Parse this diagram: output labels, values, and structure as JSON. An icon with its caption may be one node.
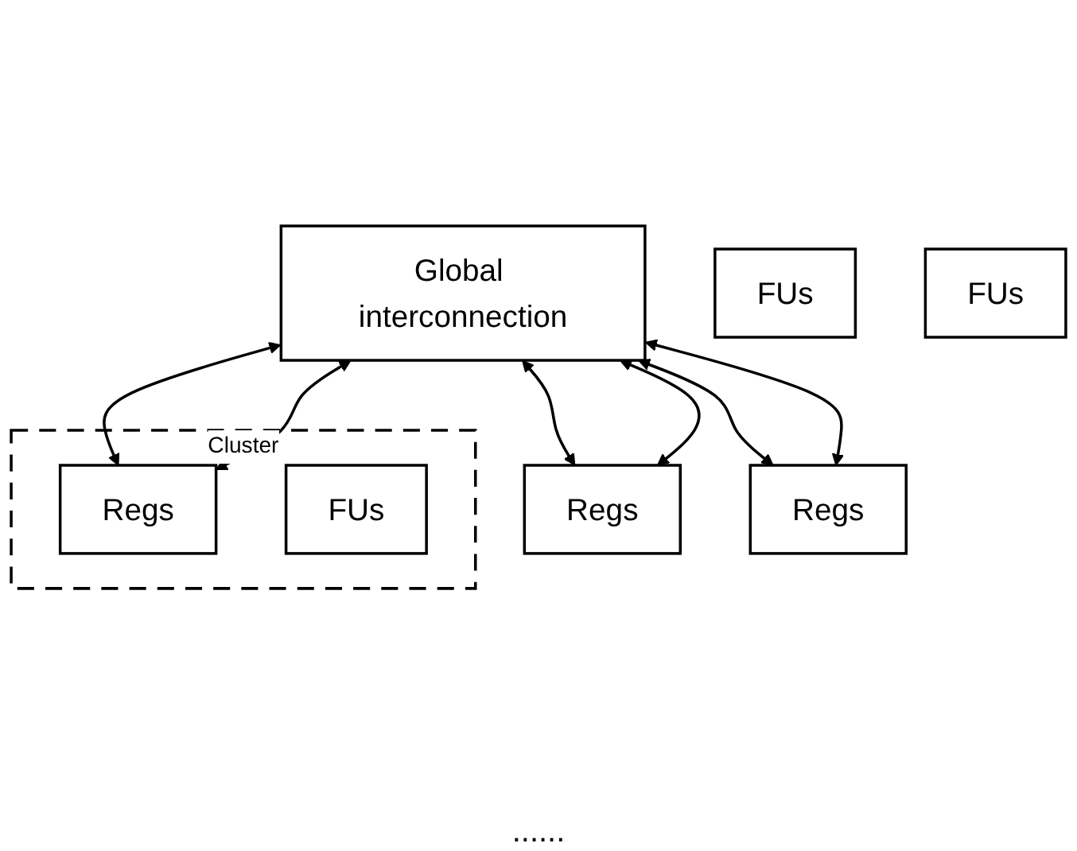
{
  "diagram": {
    "nodes": [
      {
        "text": [
          "Global interconnection"
        ]
      },
      {
        "text": [
          "Regs"
        ]
      },
      {
        "text": [
          "Regs"
        ]
      },
      {
        "text": [
          "Cluster"
        ]
      },
      {
        "text": [
          "Regs"
        ],
        "in": 3
      },
      {
        "text": [
          "FUs"
        ]
      },
      {
        "text": [
          "FUs"
        ]
      },
      {
        "text": [
          "FUs"
        ],
        "in": 3
      }
    ],
    "edges": [
      {
        "from": 0,
        "to": 1,
        "arrow": "both"
      },
      {
        "from": 0,
        "to": 1,
        "arrow": "both"
      },
      {
        "from": 0,
        "to": 2,
        "arrow": "both"
      },
      {
        "from": 0,
        "to": 2,
        "arrow": "both"
      },
      {
        "from": 0,
        "to": 4,
        "arrow": "both"
      },
      {
        "from": 0,
        "to": 4,
        "arrow": "both"
      }
    ],
    "labels": [
      "......"
    ]
  }
}
